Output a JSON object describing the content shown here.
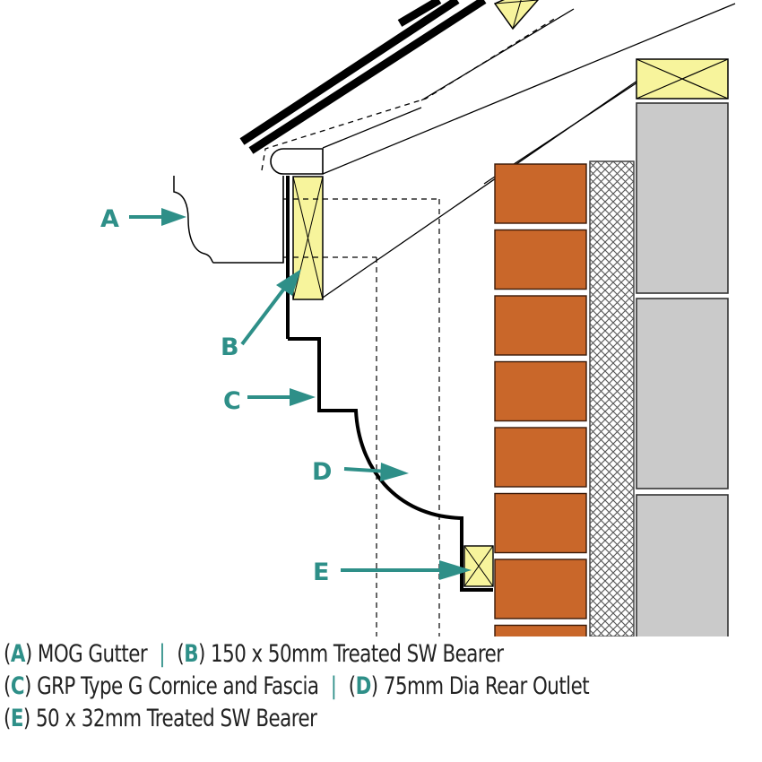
{
  "diagram": {
    "title": "Eaves detail cross-section",
    "callouts": [
      {
        "key": "A",
        "label": "A"
      },
      {
        "key": "B",
        "label": "B"
      },
      {
        "key": "C",
        "label": "C"
      },
      {
        "key": "D",
        "label": "D"
      },
      {
        "key": "E",
        "label": "E"
      }
    ],
    "colors": {
      "accent": "#2e8f88",
      "timber": "#f7f49c",
      "brick": "#c9672a",
      "block": "#cacaca",
      "outline": "#000000"
    }
  },
  "legend": {
    "rows": [
      [
        {
          "key": "A",
          "text": "MOG Gutter"
        },
        {
          "key": "B",
          "text": "150 x 50mm Treated SW Bearer"
        }
      ],
      [
        {
          "key": "C",
          "text": "GRP Type G Cornice and Fascia"
        },
        {
          "key": "D",
          "text": "75mm Dia Rear Outlet"
        }
      ],
      [
        {
          "key": "E",
          "text": "50 x 32mm Treated SW Bearer"
        }
      ]
    ],
    "separator": "|"
  }
}
